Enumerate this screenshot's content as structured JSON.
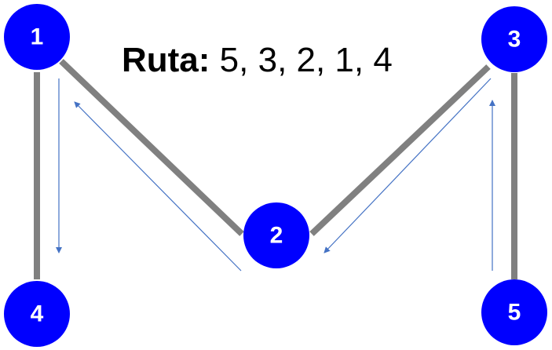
{
  "title": {
    "label": "Ruta:",
    "route": "5, 3, 2, 1, 4"
  },
  "nodes": [
    {
      "id": "1",
      "label": "1"
    },
    {
      "id": "2",
      "label": "2"
    },
    {
      "id": "3",
      "label": "3"
    },
    {
      "id": "4",
      "label": "4"
    },
    {
      "id": "5",
      "label": "5"
    }
  ],
  "edges": [
    [
      "1",
      "4"
    ],
    [
      "1",
      "2"
    ],
    [
      "2",
      "3"
    ],
    [
      "3",
      "5"
    ]
  ],
  "route_arrows": [
    [
      "5",
      "3"
    ],
    [
      "3",
      "2"
    ],
    [
      "2",
      "1"
    ],
    [
      "1",
      "4"
    ]
  ],
  "colors": {
    "node": "#0000FF",
    "edge": "#808080",
    "arrow": "#4472C4",
    "node_text": "#FFFFFF"
  }
}
